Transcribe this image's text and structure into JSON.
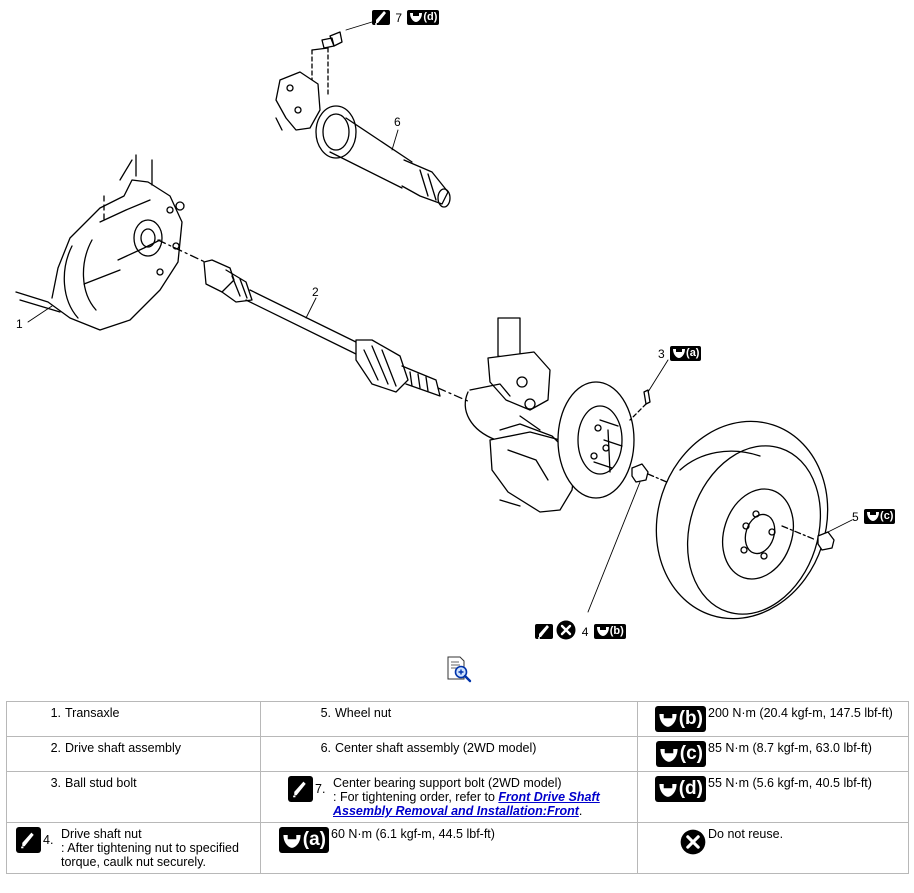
{
  "callouts": {
    "c1": {
      "number": "1"
    },
    "c2": {
      "number": "2"
    },
    "c3": {
      "number": "3",
      "torque": "(a)"
    },
    "c4": {
      "number": "4",
      "torque": "(b)"
    },
    "c5": {
      "number": "5",
      "torque": "(c)"
    },
    "c6": {
      "number": "6"
    },
    "c7": {
      "number": "7",
      "torque": "(d)"
    }
  },
  "legend": {
    "rows": [
      [
        {
          "no": "1.",
          "text": "Transaxle"
        },
        {
          "no": "5.",
          "text": "Wheel nut"
        },
        {
          "badge": "(b)",
          "text": "200 N·m (20.4 kgf-m, 147.5 lbf-ft)"
        }
      ],
      [
        {
          "no": "2.",
          "text": "Drive shaft assembly"
        },
        {
          "no": "6.",
          "text": "Center shaft assembly (2WD model)"
        },
        {
          "badge": "(c)",
          "text": "85 N·m (8.7 kgf-m, 63.0 lbf-ft)"
        }
      ],
      [
        {
          "no": "3.",
          "text": "Ball stud bolt"
        },
        {
          "no": "7.",
          "text": "Center bearing support bolt (2WD model)",
          "note": ": For tightening order, refer to ",
          "link": "Front Drive Shaft Assembly Removal and Installation:Front",
          "after": "."
        },
        {
          "badge": "(d)",
          "text": "55 N·m (5.6 kgf-m, 40.5 lbf-ft)"
        }
      ],
      [
        {
          "no": "4.",
          "text": "Drive shaft nut",
          "note": ": After tightening nut to specified torque, caulk nut securely."
        },
        {
          "badge": "(a)",
          "text": "60 N·m (6.1 kgf-m, 44.5 lbf-ft)"
        },
        {
          "text": "Do not reuse."
        }
      ]
    ]
  }
}
